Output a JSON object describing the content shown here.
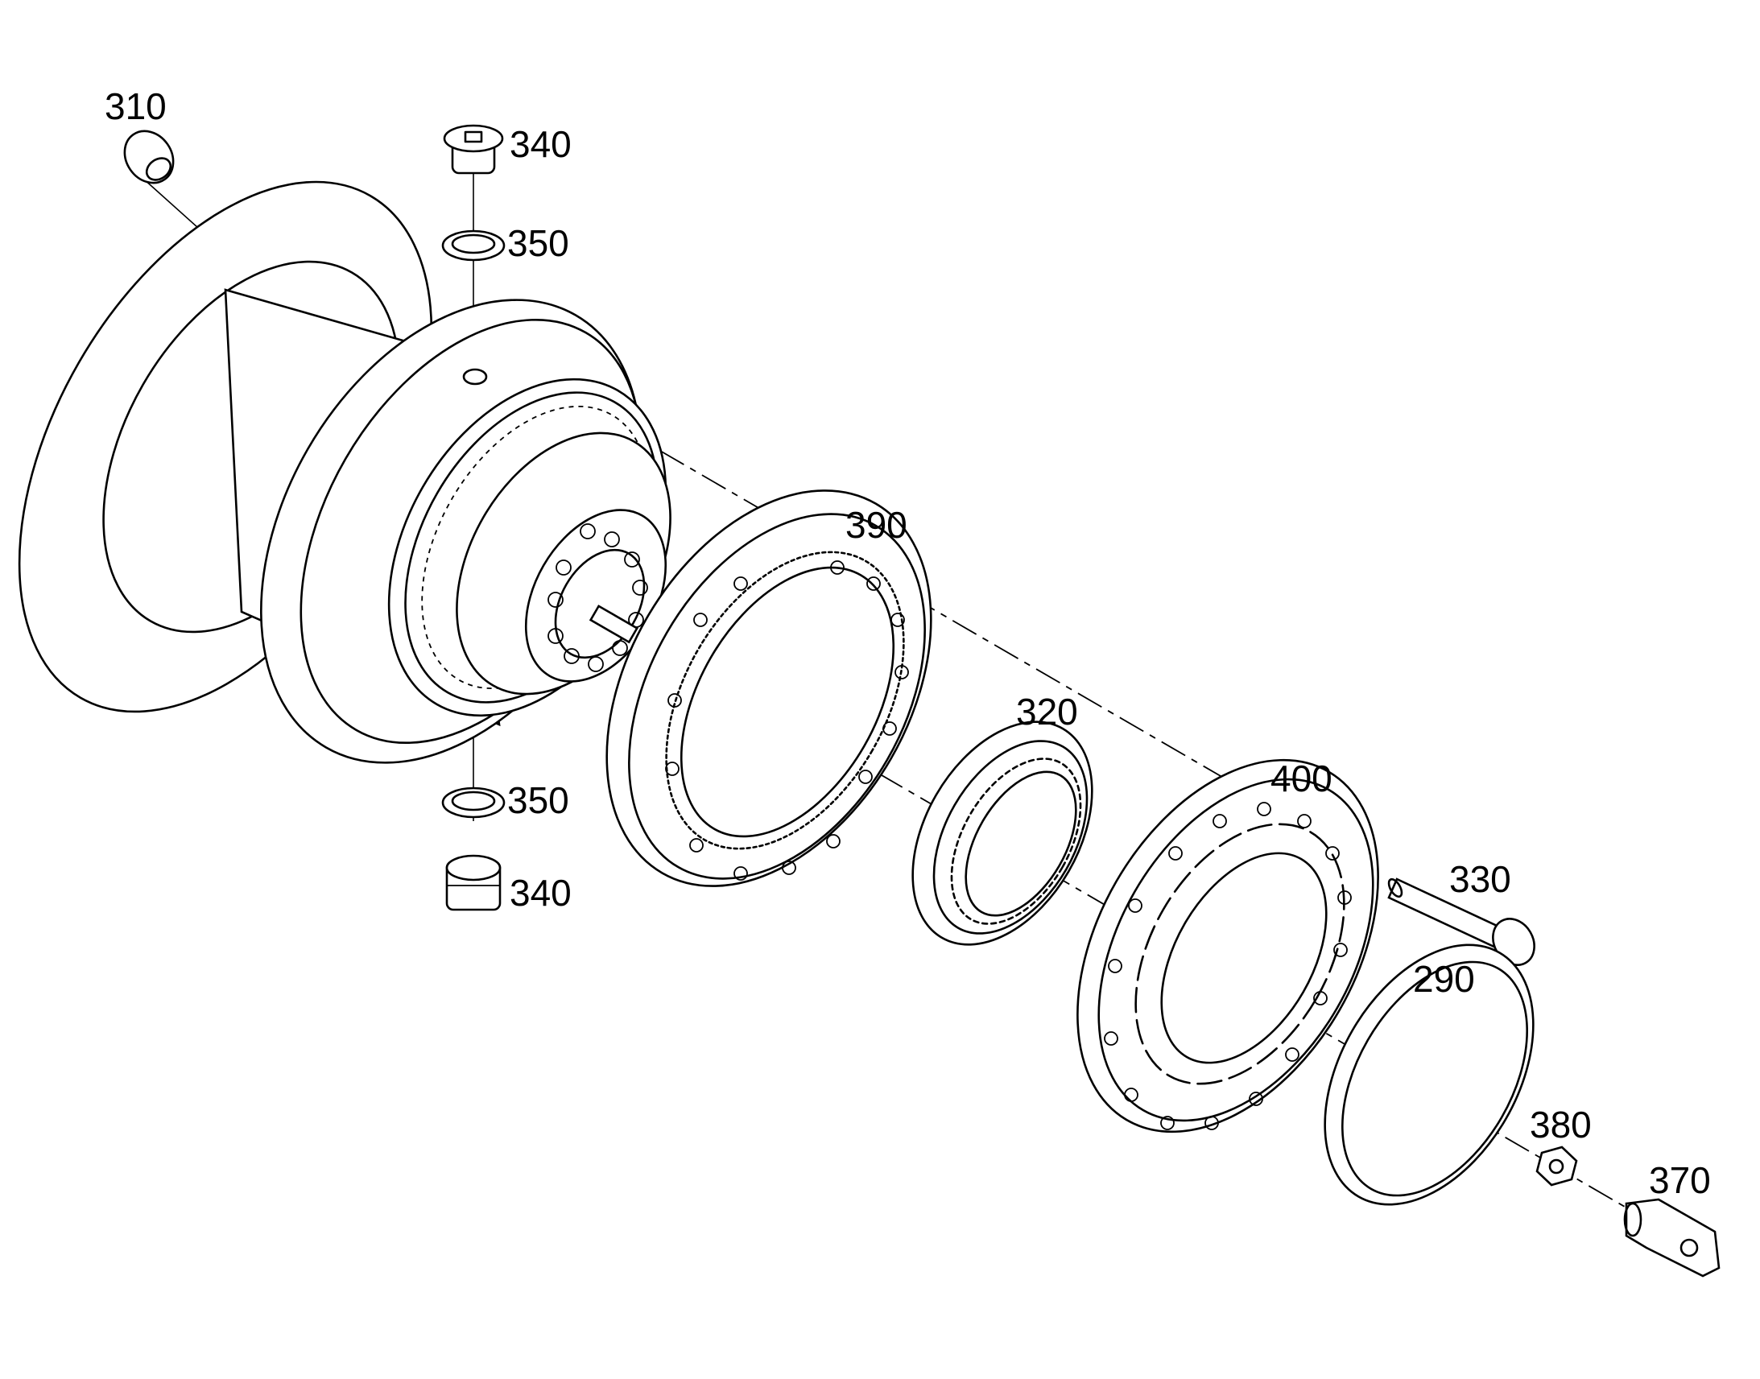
{
  "callouts": {
    "p310": "310",
    "p340_top": "340",
    "p350_top": "350",
    "p390": "390",
    "p320": "320",
    "p400": "400",
    "p350_bottom": "350",
    "p340_bottom": "340",
    "p330": "330",
    "p290": "290",
    "p380": "380",
    "p370": "370"
  }
}
